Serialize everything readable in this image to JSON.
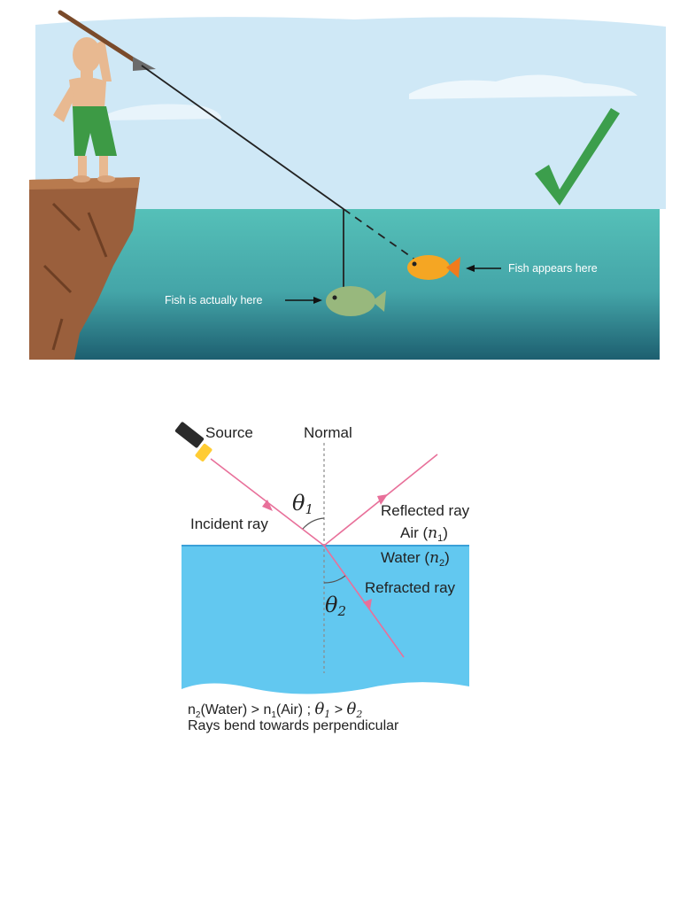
{
  "scene": {
    "actual_label": "Fish is actually here",
    "apparent_label": "Fish appears here",
    "colors": {
      "sky": "#cfe8f6",
      "water": "#52bcb6",
      "cliff": "#9a5f3c",
      "check": "#3c9e4c",
      "actual_fish": "#98b87d",
      "apparent_fish": "#f5a623"
    }
  },
  "refraction": {
    "source_label": "Source",
    "normal_label": "Normal",
    "incident_label": "Incident ray",
    "reflected_label": "Reflected ray",
    "air_label": "Air (",
    "air_symbol": "n",
    "air_sub": "1",
    "water_label": "Water (",
    "water_symbol": "n",
    "water_sub": "2",
    "close_paren": ")",
    "refracted_label": "Refracted ray",
    "theta1_symbol": "θ",
    "theta1_sub": "1",
    "theta2_symbol": "θ",
    "theta2_sub": "2",
    "caption_line1": {
      "n": "n",
      "sub2": "2",
      "water": "(Water) > n",
      "sub1": "1",
      "air": "(Air) ; ",
      "theta": "θ",
      "t_sub1": "1",
      "gt": " > ",
      "theta_b": "θ",
      "t_sub2": "2"
    },
    "caption_line2": "Rays bend towards perpendicular",
    "colors": {
      "ray": "#e8709a",
      "water": "#62c8f0"
    }
  }
}
